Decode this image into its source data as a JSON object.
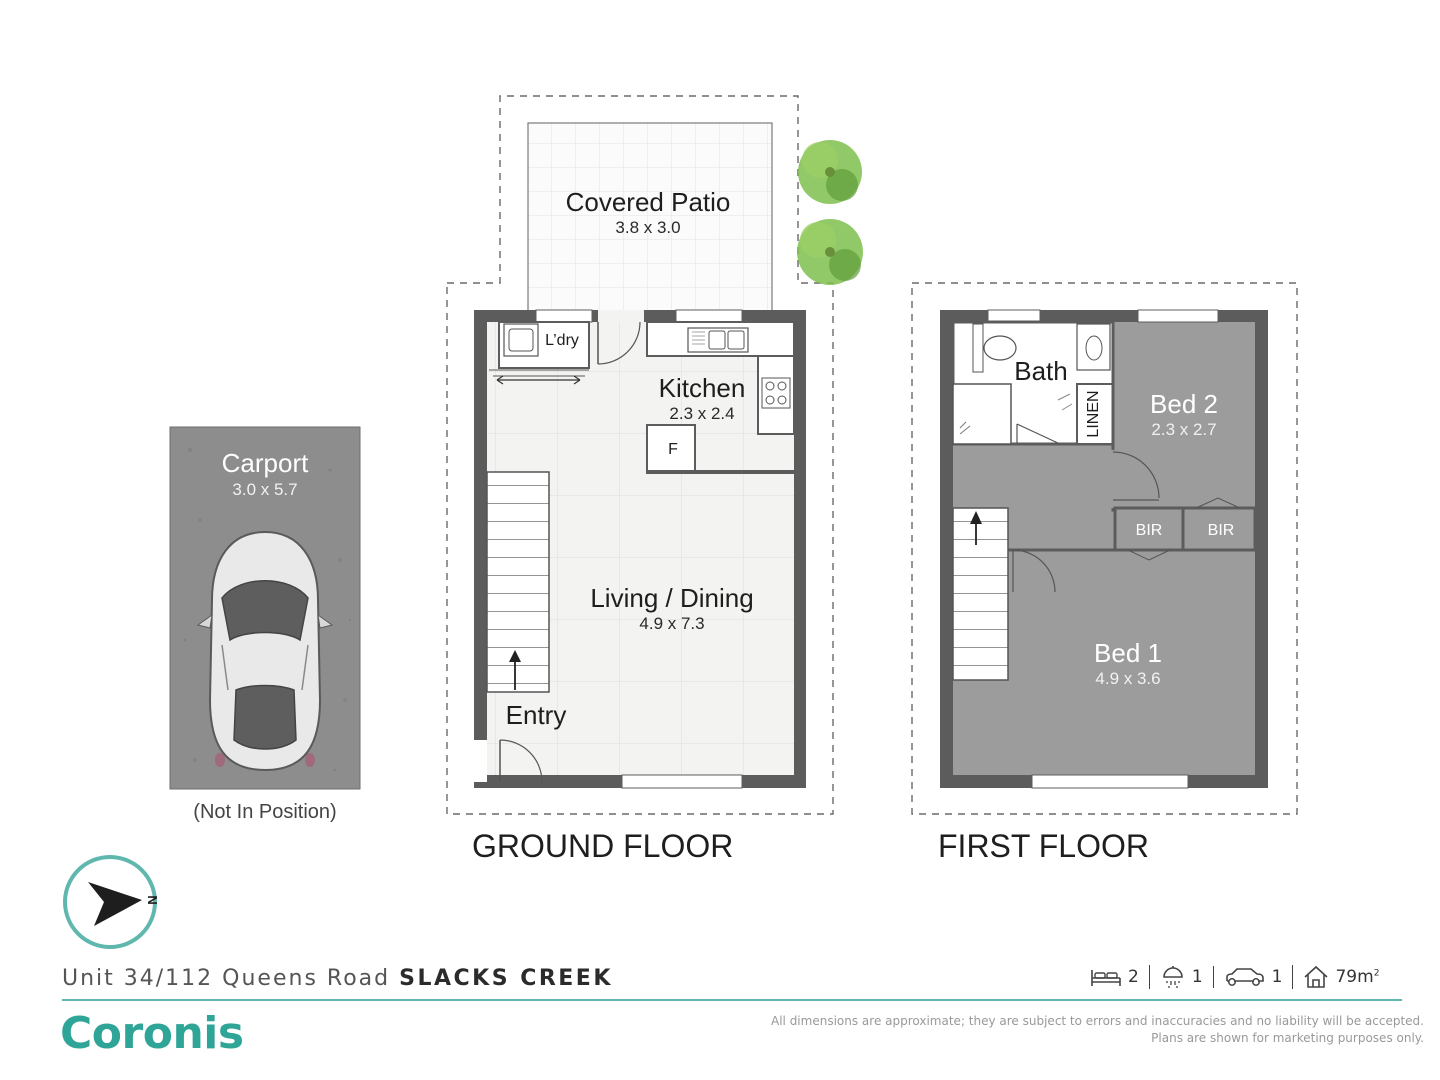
{
  "rooms": {
    "covered_patio": {
      "name": "Covered Patio",
      "dim": "3.8 x 3.0"
    },
    "carport": {
      "name": "Carport",
      "dim": "3.0 x 5.7"
    },
    "laundry": {
      "name": "L’dry"
    },
    "kitchen": {
      "name": "Kitchen",
      "dim": "2.3 x 2.4"
    },
    "fridge": {
      "name": "F"
    },
    "living_dining": {
      "name": "Living / Dining",
      "dim": "4.9 x 7.3"
    },
    "entry": {
      "name": "Entry"
    },
    "bath": {
      "name": "Bath"
    },
    "linen": {
      "name": "LINEN"
    },
    "bed2": {
      "name": "Bed 2",
      "dim": "2.3 x 2.7"
    },
    "bir_left": {
      "name": "BIR"
    },
    "bir_right": {
      "name": "BIR"
    },
    "bed1": {
      "name": "Bed 1",
      "dim": "4.9 x 3.6"
    }
  },
  "carport_note": "(Not In Position)",
  "floors": {
    "ground": "GROUND FLOOR",
    "first": "FIRST FLOOR"
  },
  "compass": {
    "letter": "N"
  },
  "address": {
    "street": "Unit 34/112 Queens Road",
    "suburb": "SLACKS CREEK"
  },
  "stats": {
    "beds": "2",
    "baths": "1",
    "cars": "1",
    "area": "79",
    "area_unit": "m",
    "area_sup": "2"
  },
  "brand": "Coronis",
  "disclaimer": {
    "line1": "All dimensions are approximate; they are subject to errors and inaccuracies and no liability will be accepted.",
    "line2": "Plans are shown for marketing purposes only."
  },
  "colors": {
    "accent": "#2fa598",
    "rule": "#5fb7ae",
    "wall": "#595959",
    "upstairs_floor": "#9c9c9c",
    "ground_floor_tile": "#f3f3f1",
    "carport": "#8d8d8d"
  },
  "icons": [
    "bed-icon",
    "shower-icon",
    "car-icon",
    "house-icon",
    "compass-arrow-icon",
    "tree-icon"
  ]
}
